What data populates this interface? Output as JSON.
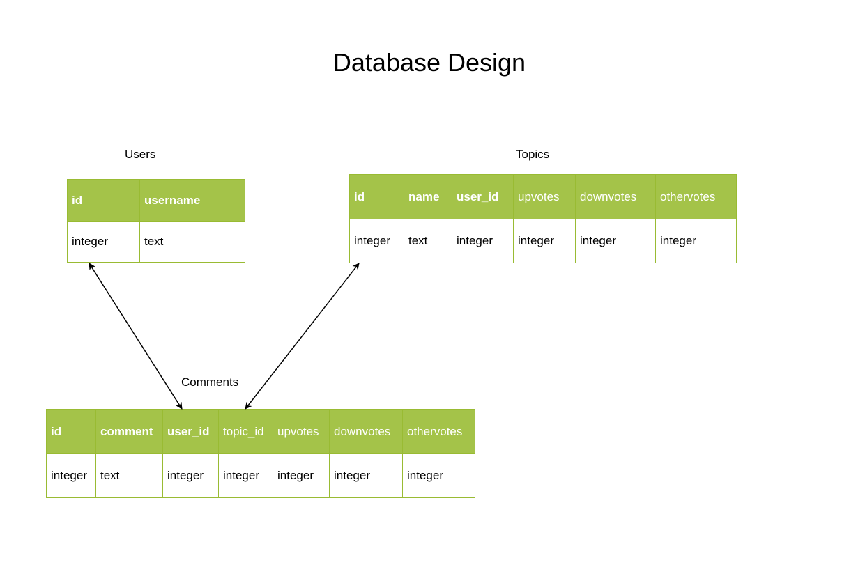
{
  "title": "Database Design",
  "tables": {
    "users": {
      "label": "Users",
      "headers": [
        "id",
        "username"
      ],
      "types": [
        "integer",
        "text"
      ]
    },
    "topics": {
      "label": "Topics",
      "headers": [
        "id",
        "name",
        "user_id",
        "upvotes",
        "downvotes",
        "othervotes"
      ],
      "types": [
        "integer",
        "text",
        "integer",
        "integer",
        "integer",
        "integer"
      ]
    },
    "comments": {
      "label": "Comments",
      "headers": [
        "id",
        "comment",
        "user_id",
        "topic_id",
        "upvotes",
        "downvotes",
        "othervotes"
      ],
      "types": [
        "integer",
        "text",
        "integer",
        "integer",
        "integer",
        "integer",
        "integer"
      ]
    }
  },
  "colors": {
    "header_fill": "#a4c349",
    "border": "#99bb33",
    "header_text": "#ffffff",
    "arrow": "#000000"
  }
}
